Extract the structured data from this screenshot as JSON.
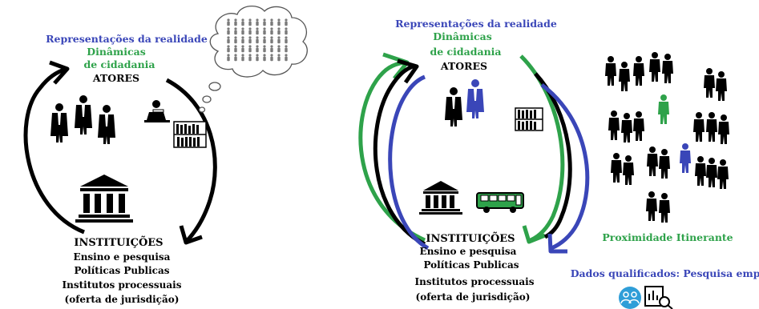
{
  "left": {
    "labels": {
      "representacoes": "Representações da realidade",
      "dinamicas_1": "Dinâmicas",
      "dinamicas_2": "de cidadania",
      "atores": "ATORES",
      "instituicoes": "INSTITUIÇÕES",
      "ensino": "Ensino e pesquisa",
      "politicas": "Políticas Publicas",
      "institutos": "Institutos processuais",
      "oferta": "(oferta de jurisdição)"
    },
    "icons": [
      "judges-icon",
      "reader-desk-icon",
      "bookshelf-icon",
      "courthouse-icon",
      "thought-cloud-icon",
      "people-crowd-icon"
    ]
  },
  "right": {
    "labels": {
      "representacoes": "Representações da realidade",
      "dinamicas_1": "Dinâmicas",
      "dinamicas_2": "de cidadania",
      "atores": "ATORES",
      "instituicoes": "INSTITUIÇÕES",
      "ensino": "Ensino e pesquisa",
      "politicas": "Políticas Publicas",
      "institutos": "Institutos processuais",
      "oferta": "(oferta de jurisdição)",
      "proximidade": "Proximidade Itinerante",
      "dados": "Dados qualificados: Pesquisa empírica"
    },
    "icons": [
      "judges-icon",
      "bookshelf-icon",
      "courthouse-icon",
      "bus-icon",
      "families-icon",
      "user-circle-icon",
      "data-search-icon"
    ]
  },
  "colors": {
    "blue": "#3a46b8",
    "green": "#2ea24a",
    "black": "#000000",
    "crowd": "#7a7a7a"
  }
}
